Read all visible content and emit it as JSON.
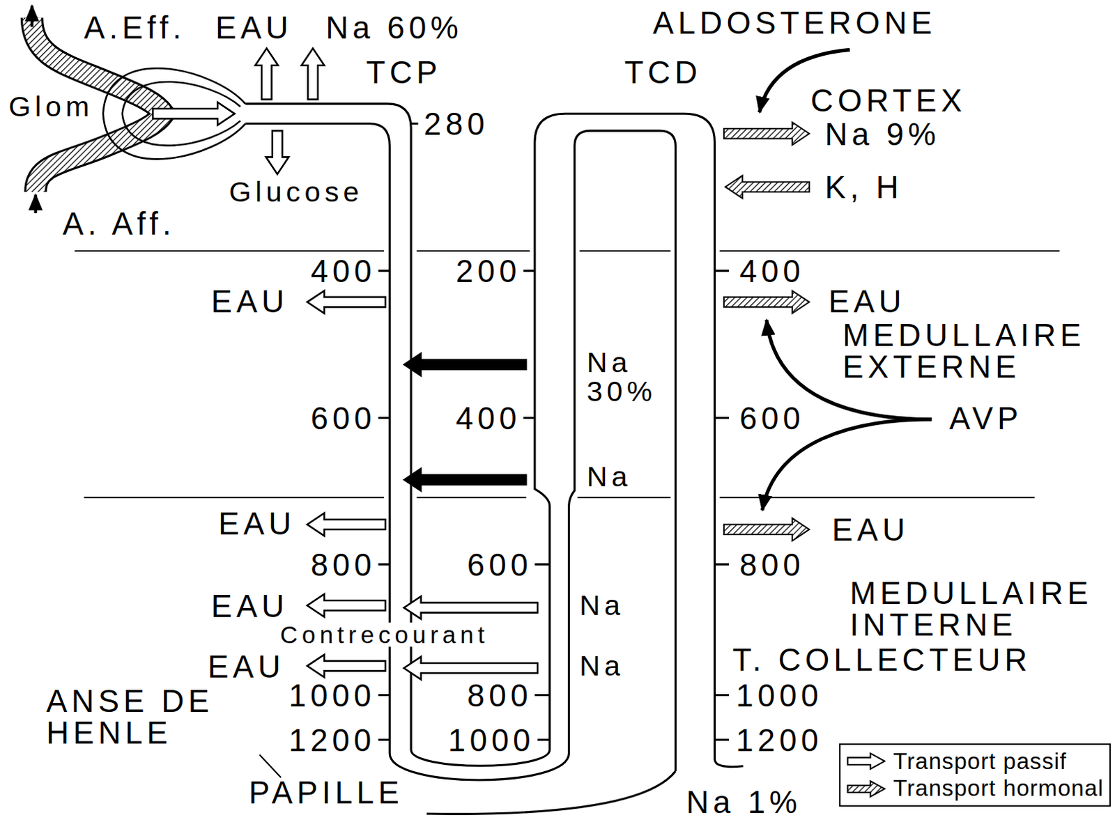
{
  "diagram": {
    "labels": [
      "A.Eff.",
      "EAU",
      "Na 60%",
      "ALDOSTERONE",
      "TCP",
      "TCD",
      "CORTEX",
      "Glom",
      "280",
      "Na 9%",
      "K, H",
      "Glucose",
      "A. Aff.",
      "400",
      "200",
      "400",
      "EAU",
      "EAU",
      "MEDULLAIRE EXTERNE",
      "Na 30%",
      "600",
      "400",
      "600",
      "AVP",
      "Na",
      "EAU",
      "EAU",
      "800",
      "600",
      "800",
      "MEDULLAIRE INTERNE",
      "EAU",
      "Na",
      "Contrecourant",
      "EAU",
      "Na",
      "T. COLLECTEUR",
      "1000",
      "800",
      "1000",
      "ANSE DE HENLE",
      "1200",
      "1000",
      "1200",
      "PAPILLE",
      "Na 1%"
    ],
    "legend": [
      {
        "text": "Transport passif"
      },
      {
        "text": "Transport hormonal"
      }
    ]
  }
}
